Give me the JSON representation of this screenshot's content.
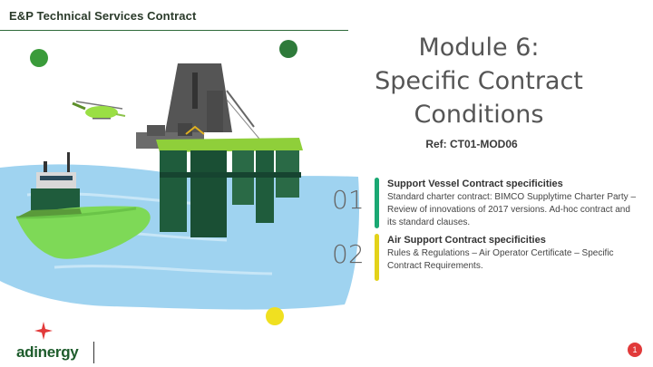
{
  "header": {
    "title": "E&P Technical Services Contract"
  },
  "module": {
    "title_line1": "Module 6:",
    "title_line2": "Specific Contract",
    "title_line3": "Conditions",
    "ref": "Ref: CT01-MOD06"
  },
  "items": [
    {
      "number": "01",
      "heading": "Support Vessel Contract specificities",
      "description": "Standard charter contract: BIMCO Supplytime Charter Party – Review of innovations of 2017 versions. Ad-hoc contract and its standard clauses.",
      "bar_color": "#1aa873"
    },
    {
      "number": "02",
      "heading": "Air Support Contract specificities",
      "description": "Rules & Regulations – Air Operator Certificate – Specific Contract Requirements.",
      "bar_color": "#e3d21a"
    }
  ],
  "colors": {
    "sea": "#9fd3f0",
    "rig_green": "#1f5c3c",
    "deck_lime": "#8fcf3a",
    "vessel_green": "#7ed957",
    "accent_green": "#3a9b3a",
    "accent_dark_green": "#2e7a3a",
    "accent_yellow": "#f0e020",
    "logo_star": "#e23a3a"
  },
  "footer": {
    "logo_text": "adinergy",
    "page_number": "1"
  }
}
